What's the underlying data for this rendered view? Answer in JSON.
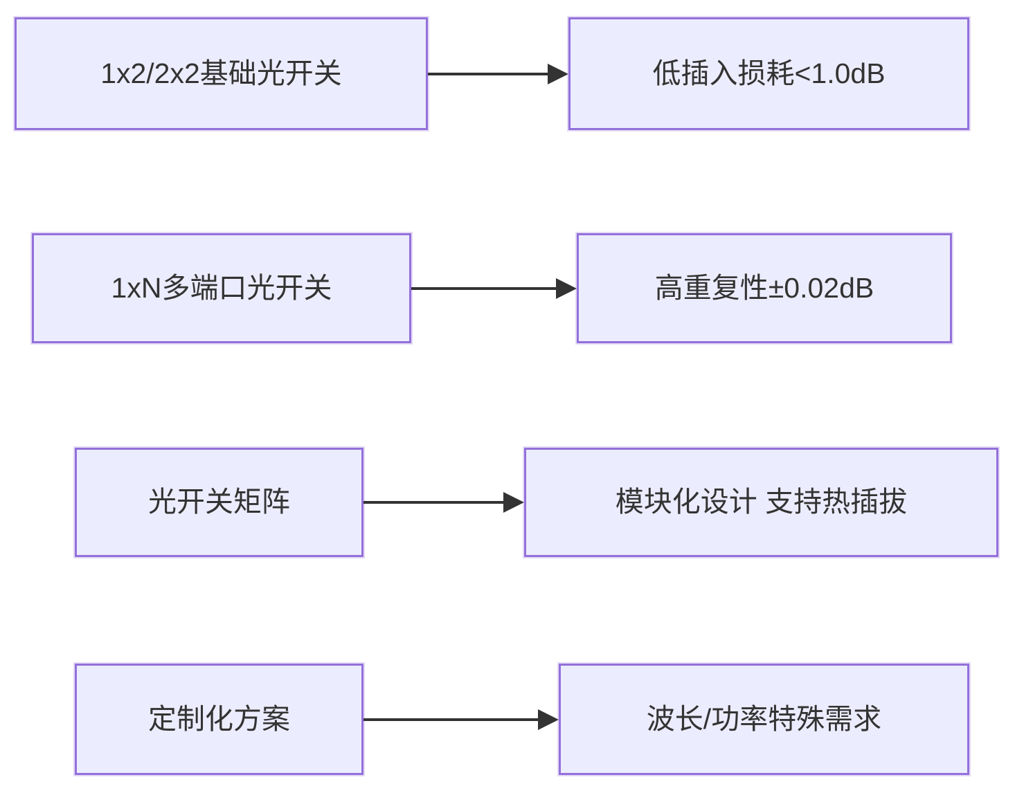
{
  "diagram": {
    "type": "flowchart-lr-pairs",
    "colors": {
      "node_fill": "#ECECFF",
      "node_border": "#9370DB",
      "arrow": "#333333",
      "text": "#333333"
    },
    "rows": [
      {
        "source": "1x2/2x2基础光开关",
        "target": "低插入损耗<1.0dB"
      },
      {
        "source": "1xN多端口光开关",
        "target": "高重复性±0.02dB"
      },
      {
        "source": "光开关矩阵",
        "target": "模块化设计 支持热插拔"
      },
      {
        "source": "定制化方案",
        "target": "波长/功率特殊需求"
      }
    ]
  }
}
